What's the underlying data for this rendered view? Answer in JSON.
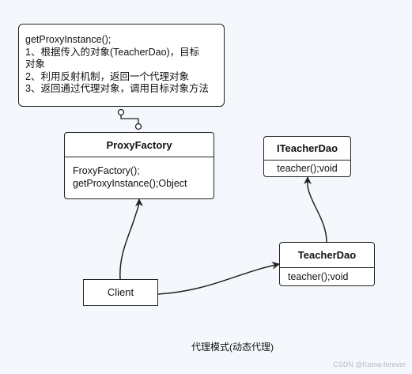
{
  "note": {
    "lines": [
      "getProxyInstance();",
      "1、根据传入的对象(TeacherDao)，目标",
      "对象",
      "2、利用反射机制，返回一个代理对象",
      "3、返回通过代理对象，调用目标对象方法"
    ]
  },
  "proxy_factory": {
    "title": "ProxyFactory",
    "methods": [
      "FroxyFactory();",
      "getProxyInstance();Object"
    ]
  },
  "iteacher_dao": {
    "title": "ITeacherDao",
    "methods": [
      "teacher();void"
    ]
  },
  "teacher_dao": {
    "title": "TeacherDao",
    "methods": [
      "teacher();void"
    ]
  },
  "client": {
    "label": "Client"
  },
  "caption": "代理模式(动态代理)",
  "watermark": "CSDN @Koma-forever"
}
